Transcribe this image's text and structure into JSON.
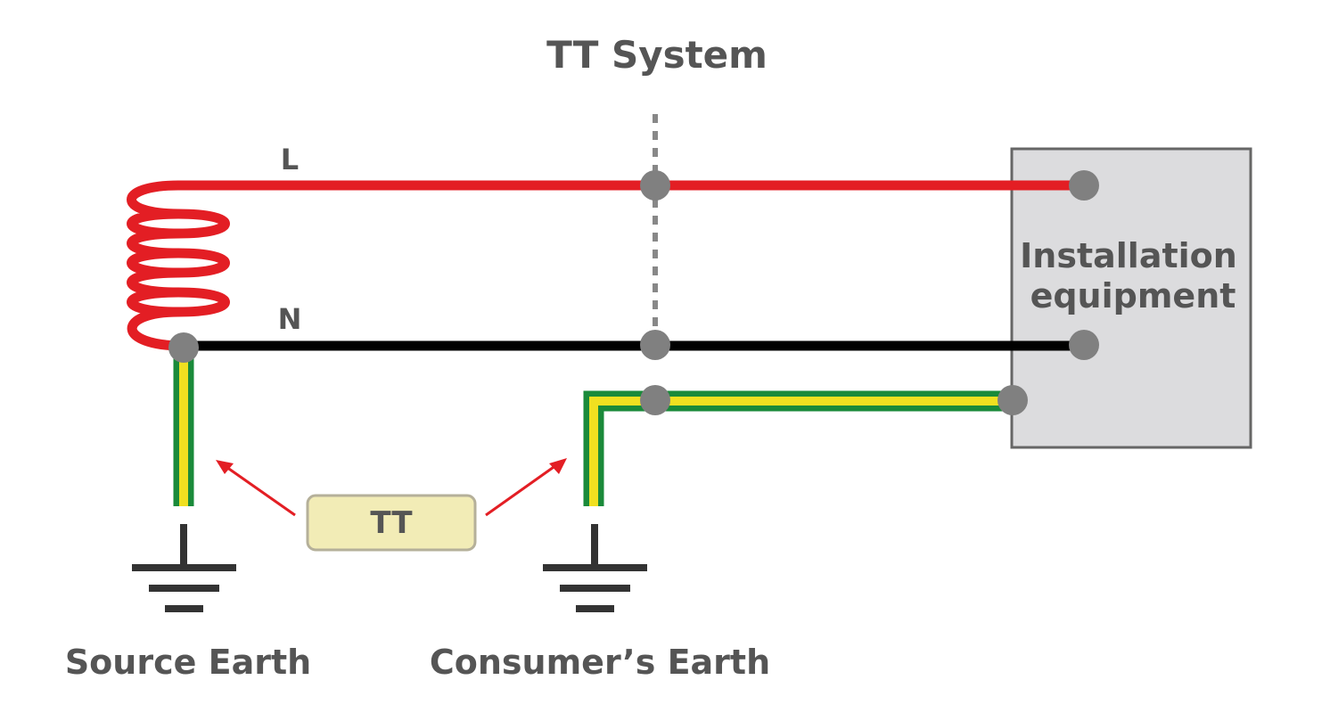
{
  "title": "TT System",
  "line_labels": {
    "live": "L",
    "neutral": "N"
  },
  "equipment": {
    "line1": "Installation",
    "line2": "equipment"
  },
  "callout": "TT",
  "earths": {
    "source": "Source Earth",
    "consumer": "Consumer’s Earth"
  },
  "colors": {
    "live": "#e31e24",
    "neutral": "#000000",
    "earth_outer": "#1a8a3a",
    "earth_inner": "#f0e020",
    "terminal": "#808080",
    "equipment_fill": "#dcdcde",
    "equipment_stroke": "#666666",
    "callout_fill": "#f2ecb6",
    "callout_stroke": "#b5b09a",
    "text": "#555555"
  }
}
